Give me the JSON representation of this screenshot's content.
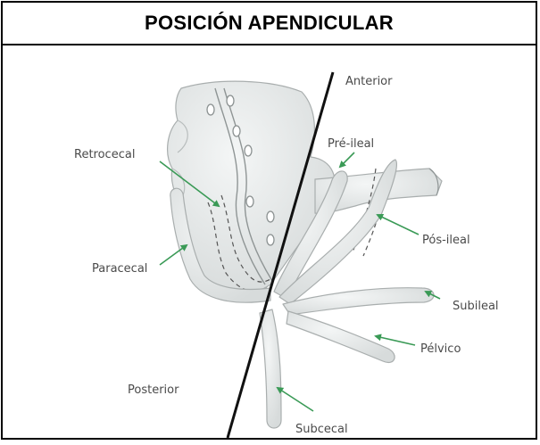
{
  "title": "POSICIÓN APENDICULAR",
  "labels": {
    "anterior": "Anterior",
    "posterior": "Posterior",
    "retrocecal": "Retrocecal",
    "paracecal": "Paracecal",
    "pre_ileal": "Pré-ileal",
    "pos_ileal": "Pós-ileal",
    "subileal": "Subileal",
    "pelvico": "Pélvico",
    "subcecal": "Subcecal"
  },
  "colors": {
    "organ_fill": "#e4e7e7",
    "organ_stroke": "#9ea3a3",
    "arrow": "#3a9a56",
    "axis_line": "#111111",
    "label_text": "#4a4a4a"
  }
}
